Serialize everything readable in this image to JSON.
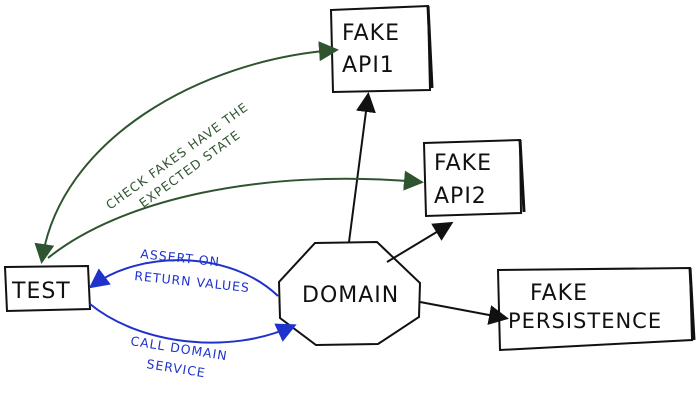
{
  "colors": {
    "ink": "#111111",
    "green": "#2f5530",
    "blue": "#1f33cc"
  },
  "nodes": {
    "fake_api1": {
      "line1": "FAKE",
      "line2": "API1"
    },
    "fake_api2": {
      "line1": "FAKE",
      "line2": "API2"
    },
    "fake_persistence": {
      "line1": "FAKE",
      "line2": "PERSISTENCE"
    },
    "test": {
      "label": "TEST"
    },
    "domain": {
      "label": "DOMAIN"
    }
  },
  "edges": {
    "check_fakes": {
      "line1": "CHECK FAKES HAVE THE",
      "line2": "EXPECTED STATE"
    },
    "assert_return": {
      "line1": "ASSERT ON",
      "line2": "RETURN VALUES"
    },
    "call_domain": {
      "line1": "CALL DOMAIN",
      "line2": "SERVICE"
    }
  }
}
